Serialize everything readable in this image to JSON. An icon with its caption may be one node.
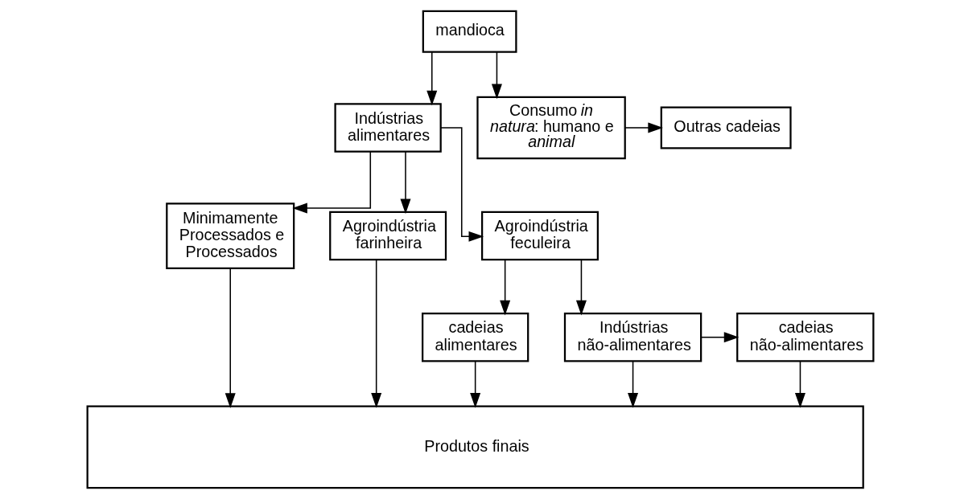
{
  "diagram": {
    "nodes": [
      {
        "text": [
          "mandioca"
        ]
      },
      {
        "text": [
          "Indústrias alimentares"
        ]
      },
      {
        "text": [
          "Consumo *in natura*: humano e animal"
        ]
      },
      {
        "text": [
          "Outras cadeias"
        ]
      },
      {
        "text": [
          "Minimamente Processados e Processados"
        ]
      },
      {
        "text": [
          "Agroindústria farinheira"
        ]
      },
      {
        "text": [
          "Agroindústria feculeira"
        ]
      },
      {
        "text": [
          "cadeias alimentares"
        ]
      },
      {
        "text": [
          "Indústrias não-alimentares"
        ]
      },
      {
        "text": [
          "cadeias não-alimentares"
        ]
      },
      {
        "text": [
          "Produtos finais"
        ]
      }
    ],
    "edges": [
      {
        "from": 0,
        "to": 1,
        "arrow": "to"
      },
      {
        "from": 0,
        "to": 2,
        "arrow": "to"
      },
      {
        "from": 2,
        "to": 3,
        "arrow": "to"
      },
      {
        "from": 1,
        "to": 4,
        "arrow": "to"
      },
      {
        "from": 1,
        "to": 5,
        "arrow": "to"
      },
      {
        "from": 1,
        "to": 6,
        "arrow": "to"
      },
      {
        "from": 6,
        "to": 7,
        "arrow": "to"
      },
      {
        "from": 6,
        "to": 8,
        "arrow": "to"
      },
      {
        "from": 8,
        "to": 9,
        "arrow": "to"
      },
      {
        "from": 4,
        "to": 10,
        "arrow": "to"
      },
      {
        "from": 5,
        "to": 10,
        "arrow": "to"
      },
      {
        "from": 7,
        "to": 10,
        "arrow": "to"
      },
      {
        "from": 8,
        "to": 10,
        "arrow": "to"
      },
      {
        "from": 9,
        "to": 10,
        "arrow": "to"
      }
    ]
  }
}
